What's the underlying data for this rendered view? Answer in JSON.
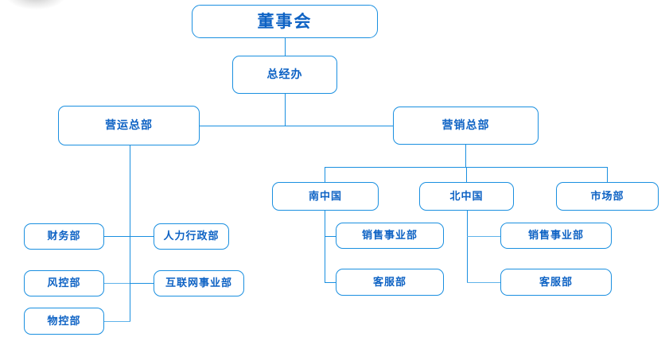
{
  "diagram": {
    "type": "organization-chart",
    "title_node": "董事会",
    "accent_border_color": "#1a8fe0",
    "text_color": "#0d62c4",
    "background_color": "#ffffff",
    "nodes": {
      "board": "董事会",
      "gm_office": "总经办",
      "ops_hq": "营运总部",
      "sales_hq": "营销总部",
      "finance": "财务部",
      "hr_admin": "人力行政部",
      "risk_control": "风控部",
      "internet_div": "互联网事业部",
      "material_control": "物控部",
      "south_china": "南中国",
      "north_china": "北中国",
      "market_dept": "市场部",
      "south_sales_div": "销售事业部",
      "south_customer_service": "客服部",
      "north_sales_div": "销售事业部",
      "north_customer_service": "客服部"
    }
  }
}
